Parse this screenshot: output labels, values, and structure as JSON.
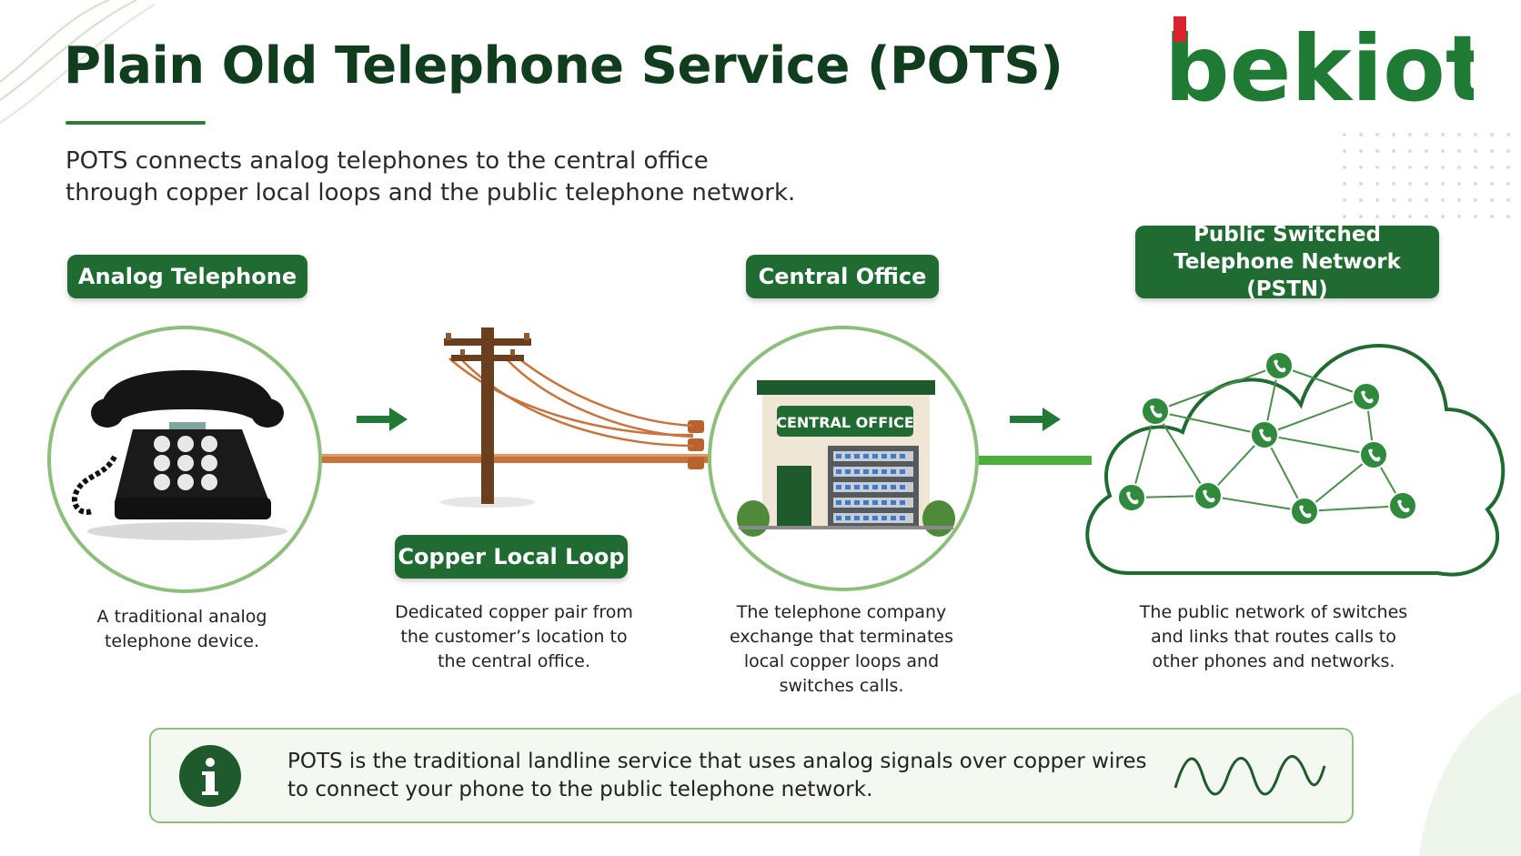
{
  "header": {
    "title": "Plain Old Telephone Service (POTS)",
    "subtitle_line1": "POTS connects analog telephones to the central office",
    "subtitle_line2": "through copper local loops and the public telephone network."
  },
  "logo": {
    "text": "bekiot",
    "brand_color": "#1f7a34",
    "accent_color": "#d9232e"
  },
  "stages": {
    "analog_telephone": {
      "label": "Analog Telephone",
      "caption_line1": "A traditional analog",
      "caption_line2": "telephone device."
    },
    "copper_local_loop": {
      "label": "Copper Local Loop",
      "caption_line1": "Dedicated copper pair from",
      "caption_line2": "the customer’s location to",
      "caption_line3": "the central office."
    },
    "central_office": {
      "label": "Central Office",
      "sign": "CENTRAL OFFICE",
      "caption_line1": "The telephone company",
      "caption_line2": "exchange that terminates",
      "caption_line3": "local copper loops and",
      "caption_line4": "switches calls."
    },
    "pstn": {
      "label_line1": "Public Switched",
      "label_line2": "Telephone Network (PSTN)",
      "caption_line1": "The public network of switches",
      "caption_line2": "and links that routes calls to",
      "caption_line3": "other phones and networks."
    }
  },
  "info": {
    "line1": "POTS is the traditional landline service that uses analog signals over copper wires",
    "line2": "to connect your phone to the public telephone network."
  },
  "colors": {
    "dark_green": "#1f6b32",
    "title_green": "#0f3d1e",
    "light_green": "#8cbf7a",
    "copper": "#c9723a",
    "signal_green": "#4caf3a"
  },
  "icons": [
    "rotary-phone-icon",
    "utility-pole-icon",
    "building-icon",
    "cloud-network-icon",
    "info-icon",
    "analog-wave-icon",
    "arrow-right-icon"
  ]
}
